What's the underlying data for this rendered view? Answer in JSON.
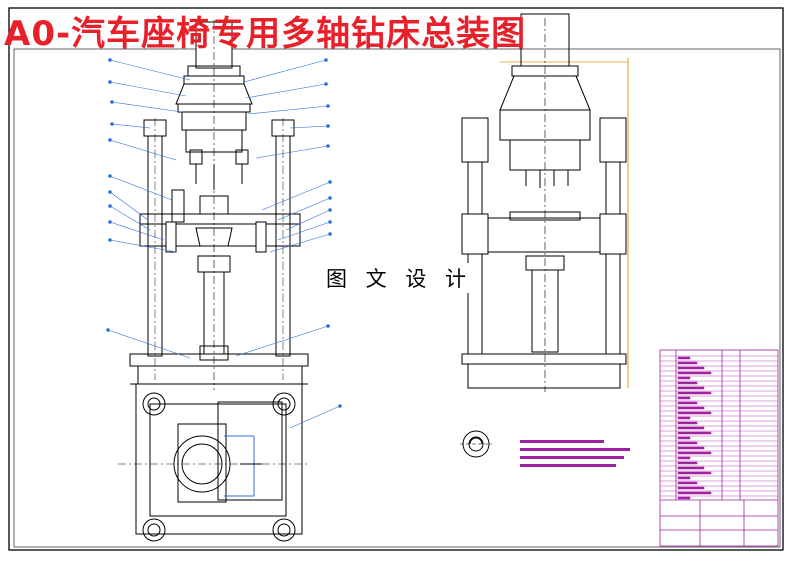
{
  "drawing": {
    "title": "A0-汽车座椅专用多轴钻床总装图",
    "watermark": "图 文 设 计",
    "colors": {
      "title": "#e8202a",
      "lines": "#000000",
      "leaders": "#2a6fdb",
      "annotation": "#a020a0",
      "frame_accent": "#e8941a"
    },
    "views": [
      "front-view",
      "side-view",
      "plan-view",
      "detail-view"
    ],
    "icons": [
      "balloon-callout-icon",
      "bolt-hole-icon",
      "centerline-icon"
    ]
  }
}
